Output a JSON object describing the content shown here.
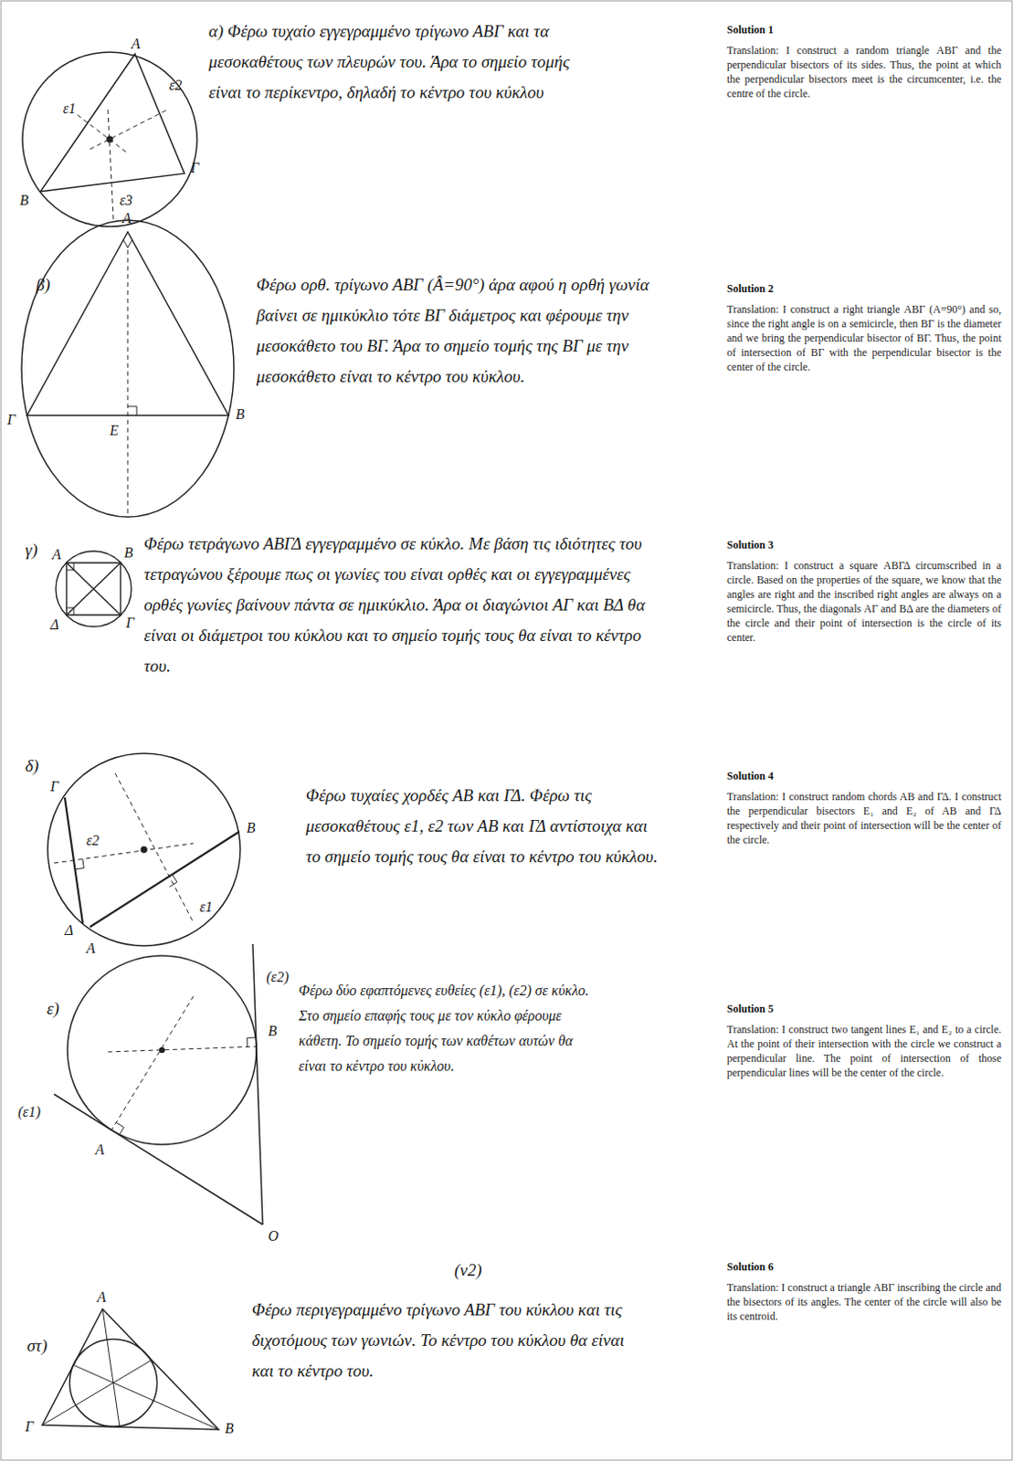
{
  "diagram": {
    "labels": [
      "Solution 1",
      "Translation: I construct a random triangle ΑΒΓ and the perpendicular bisectors of its sides. Thus, the point at which the perpendicular bisectors meet is the circumcenter, i.e. the centre of the circle.",
      "Solution 2",
      "Translation: I construct a right triangle ΑΒΓ (A=90°) and so, since the right angle is on a semicircle, then ΒΓ is the diameter and we bring the perpendicular bisector of ΒΓ. Thus, the point of intersection of ΒΓ with the perpendicular bisector is the center of the circle.",
      "Solution 3",
      "Translation: I construct a square ΑΒΓΔ circumscribed in a circle. Based on the properties of the square, we know that the angles are right and the inscribed right angles are always on a semicircle. Thus, the diagonals ΑΓ and ΒΔ are the diameters of the circle and their point of intersection is the circle of its center.",
      "Solution 4",
      "Translation: I construct random chords AB and ΓΔ. I construct the perpendicular bisectors E₁ and E₂ of AB and ΓΔ respectively and their point of intersection will be the center of the circle.",
      "Solution 5",
      "Translation: I construct two tangent lines E₁ and E₂ to a circle. At the point of their intersection with the circle we construct a perpendicular line. The point of intersection of those perpendicular lines will be the center of the circle.",
      "Solution 6",
      "Translation: I construct a triangle ΑΒΓ inscribing the circle and the bisectors of its angles. The center of the circle will also be its centroid.",
      "α) Φέρω τυχαίο εγγεγραμμένο τρίγωνο ΑΒΓ και τα μεσοκαθέτους των πλευρών του. Άρα το σημείο τομής είναι το περίκεντρο, δηλαδή το κέντρο του κύκλου",
      "β)",
      "Φέρω ορθ. τρίγωνο ΑΒΓ (Â=90°) άρα αφού η ορθή γωνία βαίνει σε ημικύκλιο τότε ΒΓ διάμετρος και φέρουμε την μεσοκάθετο του ΒΓ. Άρα το σημείο τομής της ΒΓ με την μεσοκάθετο είναι το κέντρο του κύκλου.",
      "γ)",
      "Φέρω τετράγωνο ΑΒΓΔ εγγεγραμμένο σε κύκλο. Με βάση τις ιδιότητες του τετραγώνου ξέρουμε πως οι γωνίες του είναι ορθές και οι εγγεγραμμένες ορθές γωνίες βαίνουν πάντα σε ημικύκλιο. Άρα οι διαγώνιοι ΑΓ και ΒΔ θα είναι οι διάμετροι του κύκλου και το σημείο τομής τους θα είναι το κέντρο του.",
      "δ)",
      "Φέρω τυχαίες χορδές ΑΒ και ΓΔ. Φέρω τις μεσοκαθέτους ε1, ε2 των ΑΒ και ΓΔ αντίστοιχα και το σημείο τομής τους θα είναι το κέντρο του κύκλου.",
      "ε)",
      "Φέρω δύο εφαπτόμενες ευθείες (ε1), (ε2) σε κύκλο. Στο σημείο επαφής τους με τον κύκλο φέρουμε κάθετη. Το σημείο τομής των καθέτων αυτών θα είναι το κέντρο του κύκλου.",
      "στ)",
      "(ν2)",
      "Φέρω περιγεγραμμένο τρίγωνο ΑΒΓ του κύκλου και τις διχοτόμους των γωνιών. Το κέντρο του κύκλου θα είναι και το κέντρο του.",
      "A",
      "B",
      "Γ",
      "ε1",
      "ε2",
      "ε3",
      "A",
      "Γ",
      "B",
      "E",
      "A",
      "B",
      "Γ",
      "Δ",
      "Γ",
      "Δ",
      "A",
      "B",
      "ε2",
      "ε1",
      "(ε2)",
      "B",
      "A",
      "(ε1)",
      "O",
      "A",
      "Γ",
      "B"
    ]
  }
}
